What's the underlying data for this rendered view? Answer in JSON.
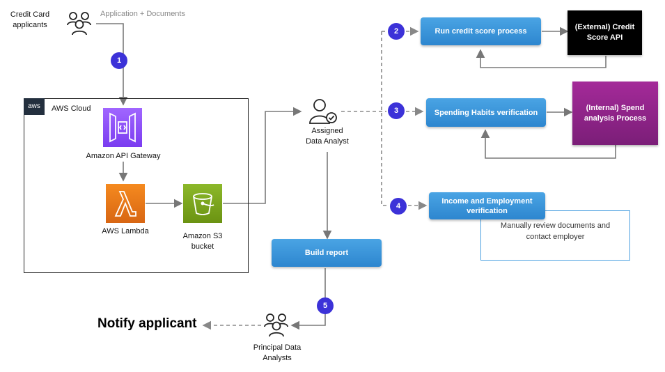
{
  "applicants": {
    "label_line1": "Credit Card",
    "label_line2": "applicants"
  },
  "flow_label": "Application + Documents",
  "cloud": {
    "badge": "aws",
    "title": "AWS Cloud"
  },
  "services": {
    "api_gateway": "Amazon API Gateway",
    "lambda": "AWS Lambda",
    "s3_line1": "Amazon S3",
    "s3_line2": "bucket"
  },
  "analyst": {
    "line1": "Assigned",
    "line2": "Data Analyst"
  },
  "processes": {
    "credit": "Run credit score process",
    "spending": "Spending Habits verification",
    "income_line1": "Income and Employment",
    "income_line2": "verification",
    "build_report": "Build report"
  },
  "external": {
    "line1": "(External) Credit",
    "line2": "Score API"
  },
  "internal": {
    "line1": "(Internal) Spend",
    "line2": "analysis Process"
  },
  "note": {
    "line1": "Manually review documents and",
    "line2": "contact employer"
  },
  "principal": {
    "line1": "Principal Data",
    "line2": "Analysts"
  },
  "notify": "Notify applicant",
  "steps": [
    "1",
    "2",
    "3",
    "4",
    "5"
  ],
  "colors": {
    "step": "#3c32d8",
    "process": "#3592d9",
    "api_gateway": "#8c4fff",
    "lambda": "#ed7100",
    "s3": "#7aa116",
    "internal": "#8a2385",
    "external": "#000000"
  }
}
